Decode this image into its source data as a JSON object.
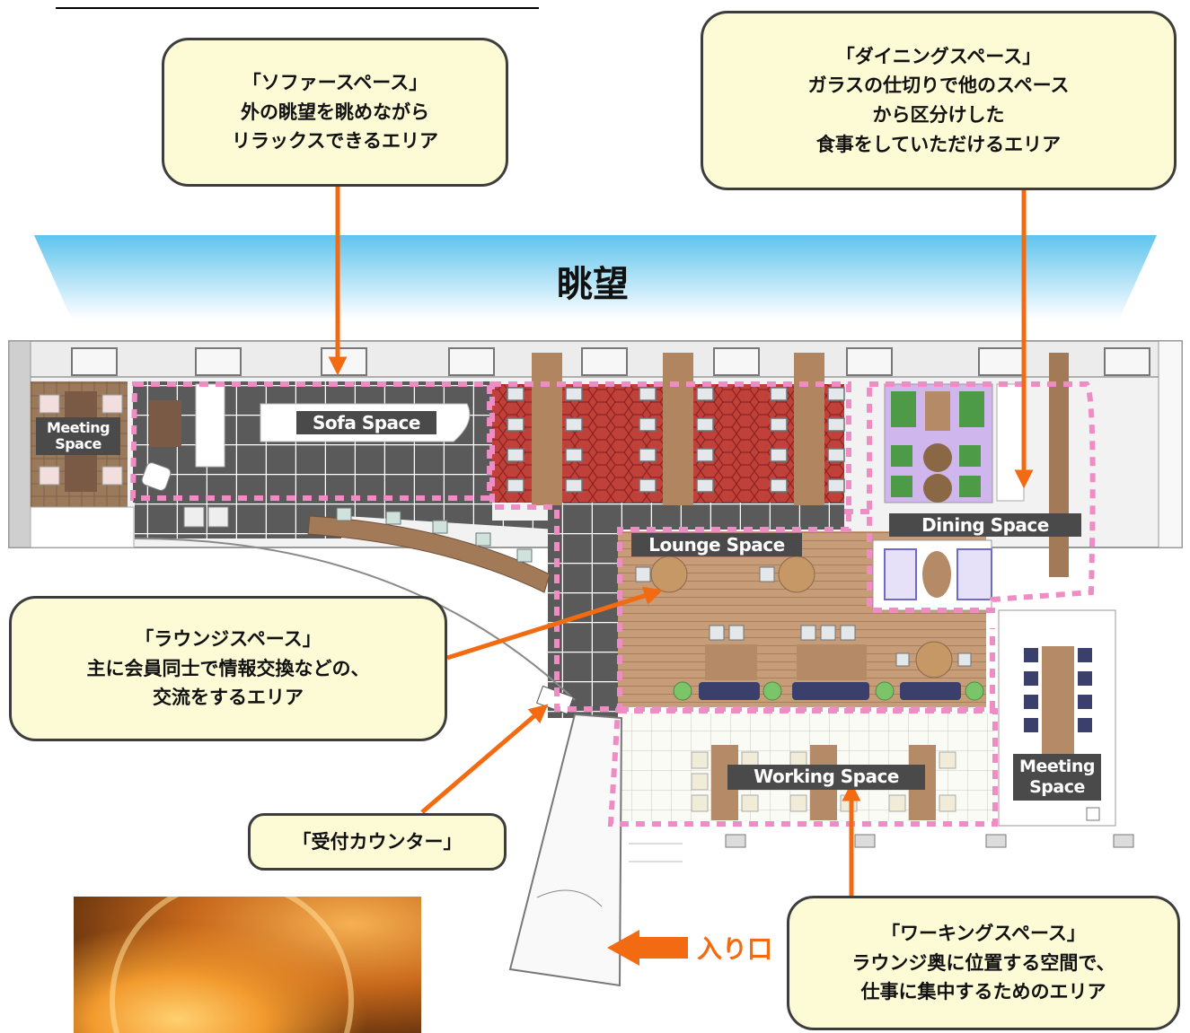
{
  "view_label": "眺望",
  "entrance_label": "入り口",
  "rooms": {
    "meeting_left": [
      "Meeting",
      "Space"
    ],
    "sofa": "Sofa Space",
    "lounge": "Lounge Space",
    "dining": "Dining Space",
    "working": "Working Space",
    "meeting_right": [
      "Meeting",
      "Space"
    ]
  },
  "callouts": {
    "sofa": [
      "「ソファースペース」",
      "外の眺望を眺めながら",
      "リラックスできるエリア"
    ],
    "dining": [
      "「ダイニングスペース」",
      "ガラスの仕切りで他のスペース",
      "から区分けした",
      "食事をしていただけるエリア"
    ],
    "lounge": [
      "「ラウンジスペース」",
      "主に会員同士で情報交換などの、",
      "交流をするエリア"
    ],
    "reception": [
      "「受付カウンター」"
    ],
    "working": [
      "「ワーキングスペース」",
      "ラウンジ奥に位置する空間で、",
      "仕事に集中するためのエリア"
    ]
  },
  "colors": {
    "callout_fill": "#fdfbd6",
    "arrow": "#f26b12",
    "zone_dotted": "#f08cc4",
    "sky_top": "#5fc4ee",
    "wood": "#c09874",
    "dark_floor": "#5a5a5a",
    "red_carpet": "#c0403a",
    "dining_floor": "#cfb6ec"
  }
}
